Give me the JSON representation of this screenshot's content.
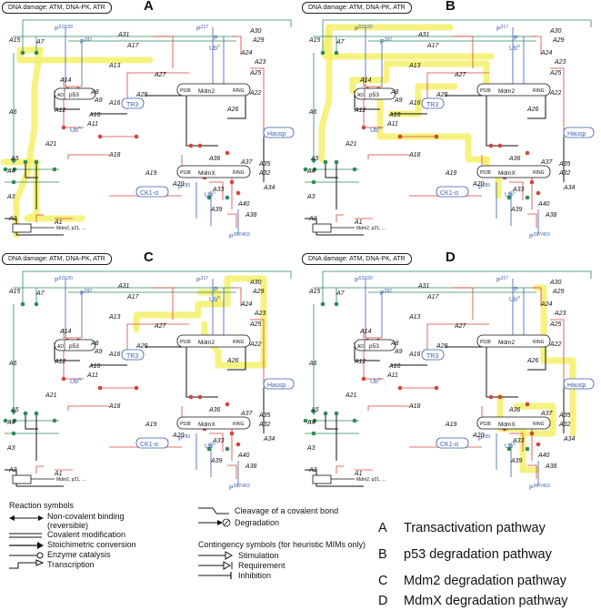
{
  "panels": [
    {
      "letter": "A",
      "dna_label": "DNA damage: ATM, DNA-PK, ATR",
      "highlight": "transactivation"
    },
    {
      "letter": "B",
      "dna_label": "DNA damage: ATM, DNA-PK, ATR",
      "highlight": "p53-degradation"
    },
    {
      "letter": "C",
      "dna_label": "DNA damage: ATM, DNA-PK, ATR",
      "highlight": "mdm2-degradation"
    },
    {
      "letter": "D",
      "dna_label": "DNA damage: ATM, DNA-PK, ATR",
      "highlight": "mdmx-degradation"
    }
  ],
  "diagram_labels": {
    "p53": "p53",
    "mdm2": "Mdm2",
    "mdmx": "MdmX",
    "tr3": "TR3",
    "hausp": "Hausp",
    "ck1a": "CK1-α",
    "p538": "P538",
    "ring": "RING",
    "ad": "AD",
    "p515": "P515/20",
    "p392": "P392",
    "p317": "P317",
    "p": "P",
    "ub": "Ub",
    "p289": "P289",
    "p367": "P367/403",
    "targets": "Mdm2, p21, ...",
    "reactions": [
      "A1",
      "A2",
      "A3",
      "A4",
      "A5",
      "A6",
      "A7",
      "A8",
      "A9",
      "A10",
      "A11",
      "A12",
      "A13",
      "A14",
      "A15",
      "A16",
      "A17",
      "A18",
      "A19",
      "A20",
      "A21",
      "A22",
      "A23",
      "A24",
      "A25",
      "A26",
      "A27",
      "A28",
      "A29",
      "A30",
      "A31",
      "A32",
      "A33",
      "A34",
      "A35",
      "A36",
      "A37",
      "A38",
      "A39",
      "A40"
    ]
  },
  "legend": {
    "reaction_heading": "Reaction symbols",
    "reaction_items": [
      "Non-covalent binding (reversible)",
      "Covalent modification",
      "Stoichimetric conversion",
      "Enzyme catalysis",
      "Transcription"
    ],
    "right_items": [
      "Cleavage of a covalent bond",
      "Degradation"
    ],
    "contingency_heading": "Contingency symbols (for heuristic MIMs only)",
    "contingency_items": [
      "Stimulation",
      "Requirement",
      "Inhibition"
    ]
  },
  "pathways": [
    {
      "letter": "A",
      "name": "Transactivation pathway"
    },
    {
      "letter": "B",
      "name": "p53 degradation pathway"
    },
    {
      "letter": "C",
      "name": "Mdm2 degradation pathway"
    },
    {
      "letter": "D",
      "name": "MdmX degradation pathway"
    }
  ],
  "colors": {
    "highlight": "#f4f06a",
    "red": "#d6443a",
    "green": "#2e8b57",
    "blue": "#3a5fb0",
    "black": "#111111"
  }
}
